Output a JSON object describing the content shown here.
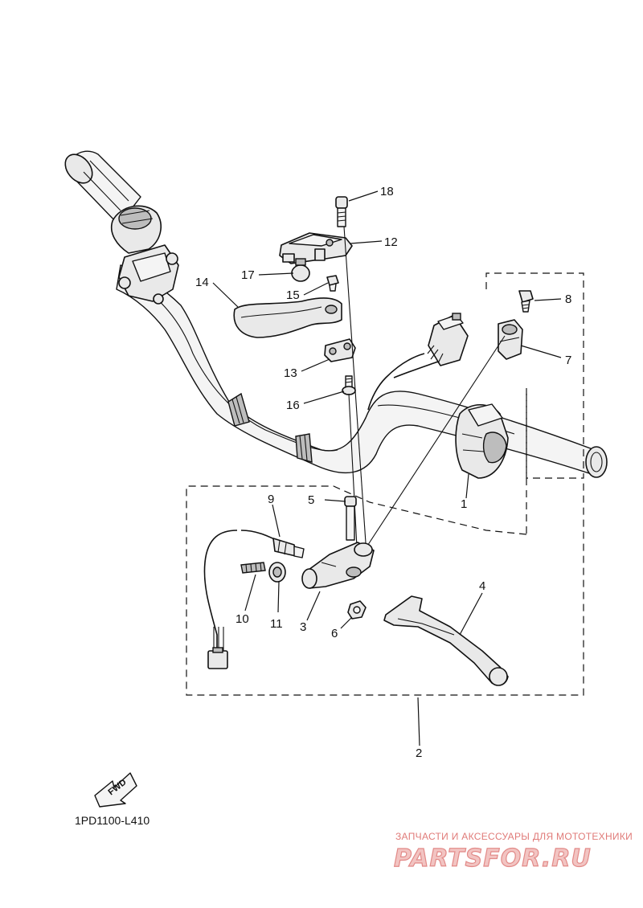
{
  "diagram_code": "1PD1100-L410",
  "fwd_label": "FWD",
  "watermark": {
    "tagline": "ЗАПЧАСТИ И АКСЕССУАРЫ ДЛЯ МОТОТЕХНИКИ",
    "brand": "PARTSFOR.RU"
  },
  "callouts": {
    "c1": "1",
    "c2": "2",
    "c3": "3",
    "c4": "4",
    "c5": "5",
    "c6": "6",
    "c7": "7",
    "c8": "8",
    "c9": "9",
    "c10": "10",
    "c11": "11",
    "c12": "12",
    "c13": "13",
    "c14": "14",
    "c15": "15",
    "c16": "16",
    "c17": "17",
    "c18": "18"
  }
}
